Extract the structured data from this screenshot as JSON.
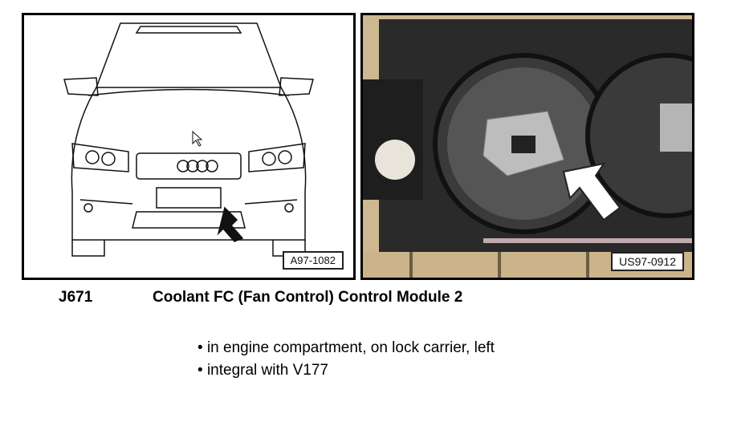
{
  "figures": {
    "left": {
      "label": "A97-1082"
    },
    "right": {
      "label": "US97-0912"
    }
  },
  "component": {
    "code": "J671",
    "title": "Coolant FC (Fan Control) Control Module 2"
  },
  "notes": [
    "in engine compartment, on lock carrier, left",
    "integral with V177"
  ]
}
